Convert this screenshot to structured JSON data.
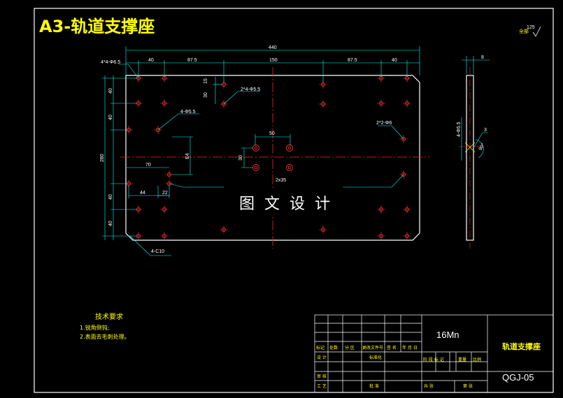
{
  "sheet": {
    "title": "A3-轨道支撑座",
    "watermark": "图文设计",
    "roughness": "125",
    "roughness_note": "全部"
  },
  "front_view": {
    "overall_width": "440",
    "top_dims": [
      "40",
      "87.5",
      "150",
      "87.5",
      "40"
    ],
    "left_dims": [
      "40",
      "40",
      "280",
      "40",
      "40"
    ],
    "hole_notes": [
      "4*4-Φ6.5",
      "2*4-Φ5.5",
      "4-Φ5.5",
      "2*2-Φ6",
      "4-C10"
    ],
    "small_dims": [
      "15",
      "30",
      "50",
      "30",
      "70",
      "44",
      "22",
      "E4",
      "2x35"
    ]
  },
  "side_view": {
    "thickness": "8",
    "hole_note": "4-Φ5.5",
    "chamfer": "3",
    "angle": "90°"
  },
  "tech_requirements": {
    "title": "技术要求",
    "items": [
      "1.锐角倒钝;",
      "2.表面去毛刺处理。"
    ]
  },
  "title_block": {
    "material": "16Mn",
    "part_name": "轨道支撑座",
    "drawing_no": "QGJ-05",
    "rev_headers": [
      "标记",
      "处数",
      "分 区",
      "更改文件号",
      "签 名",
      "年 月 日"
    ],
    "design_row": [
      "设 计",
      "标准化"
    ],
    "stage_headers": [
      "阶 段 标 记",
      "重量",
      "比例"
    ],
    "check_row": "审 核",
    "process_row": [
      "工 艺",
      "批 准"
    ],
    "sheet_row": [
      "共 张",
      "第 张"
    ]
  }
}
